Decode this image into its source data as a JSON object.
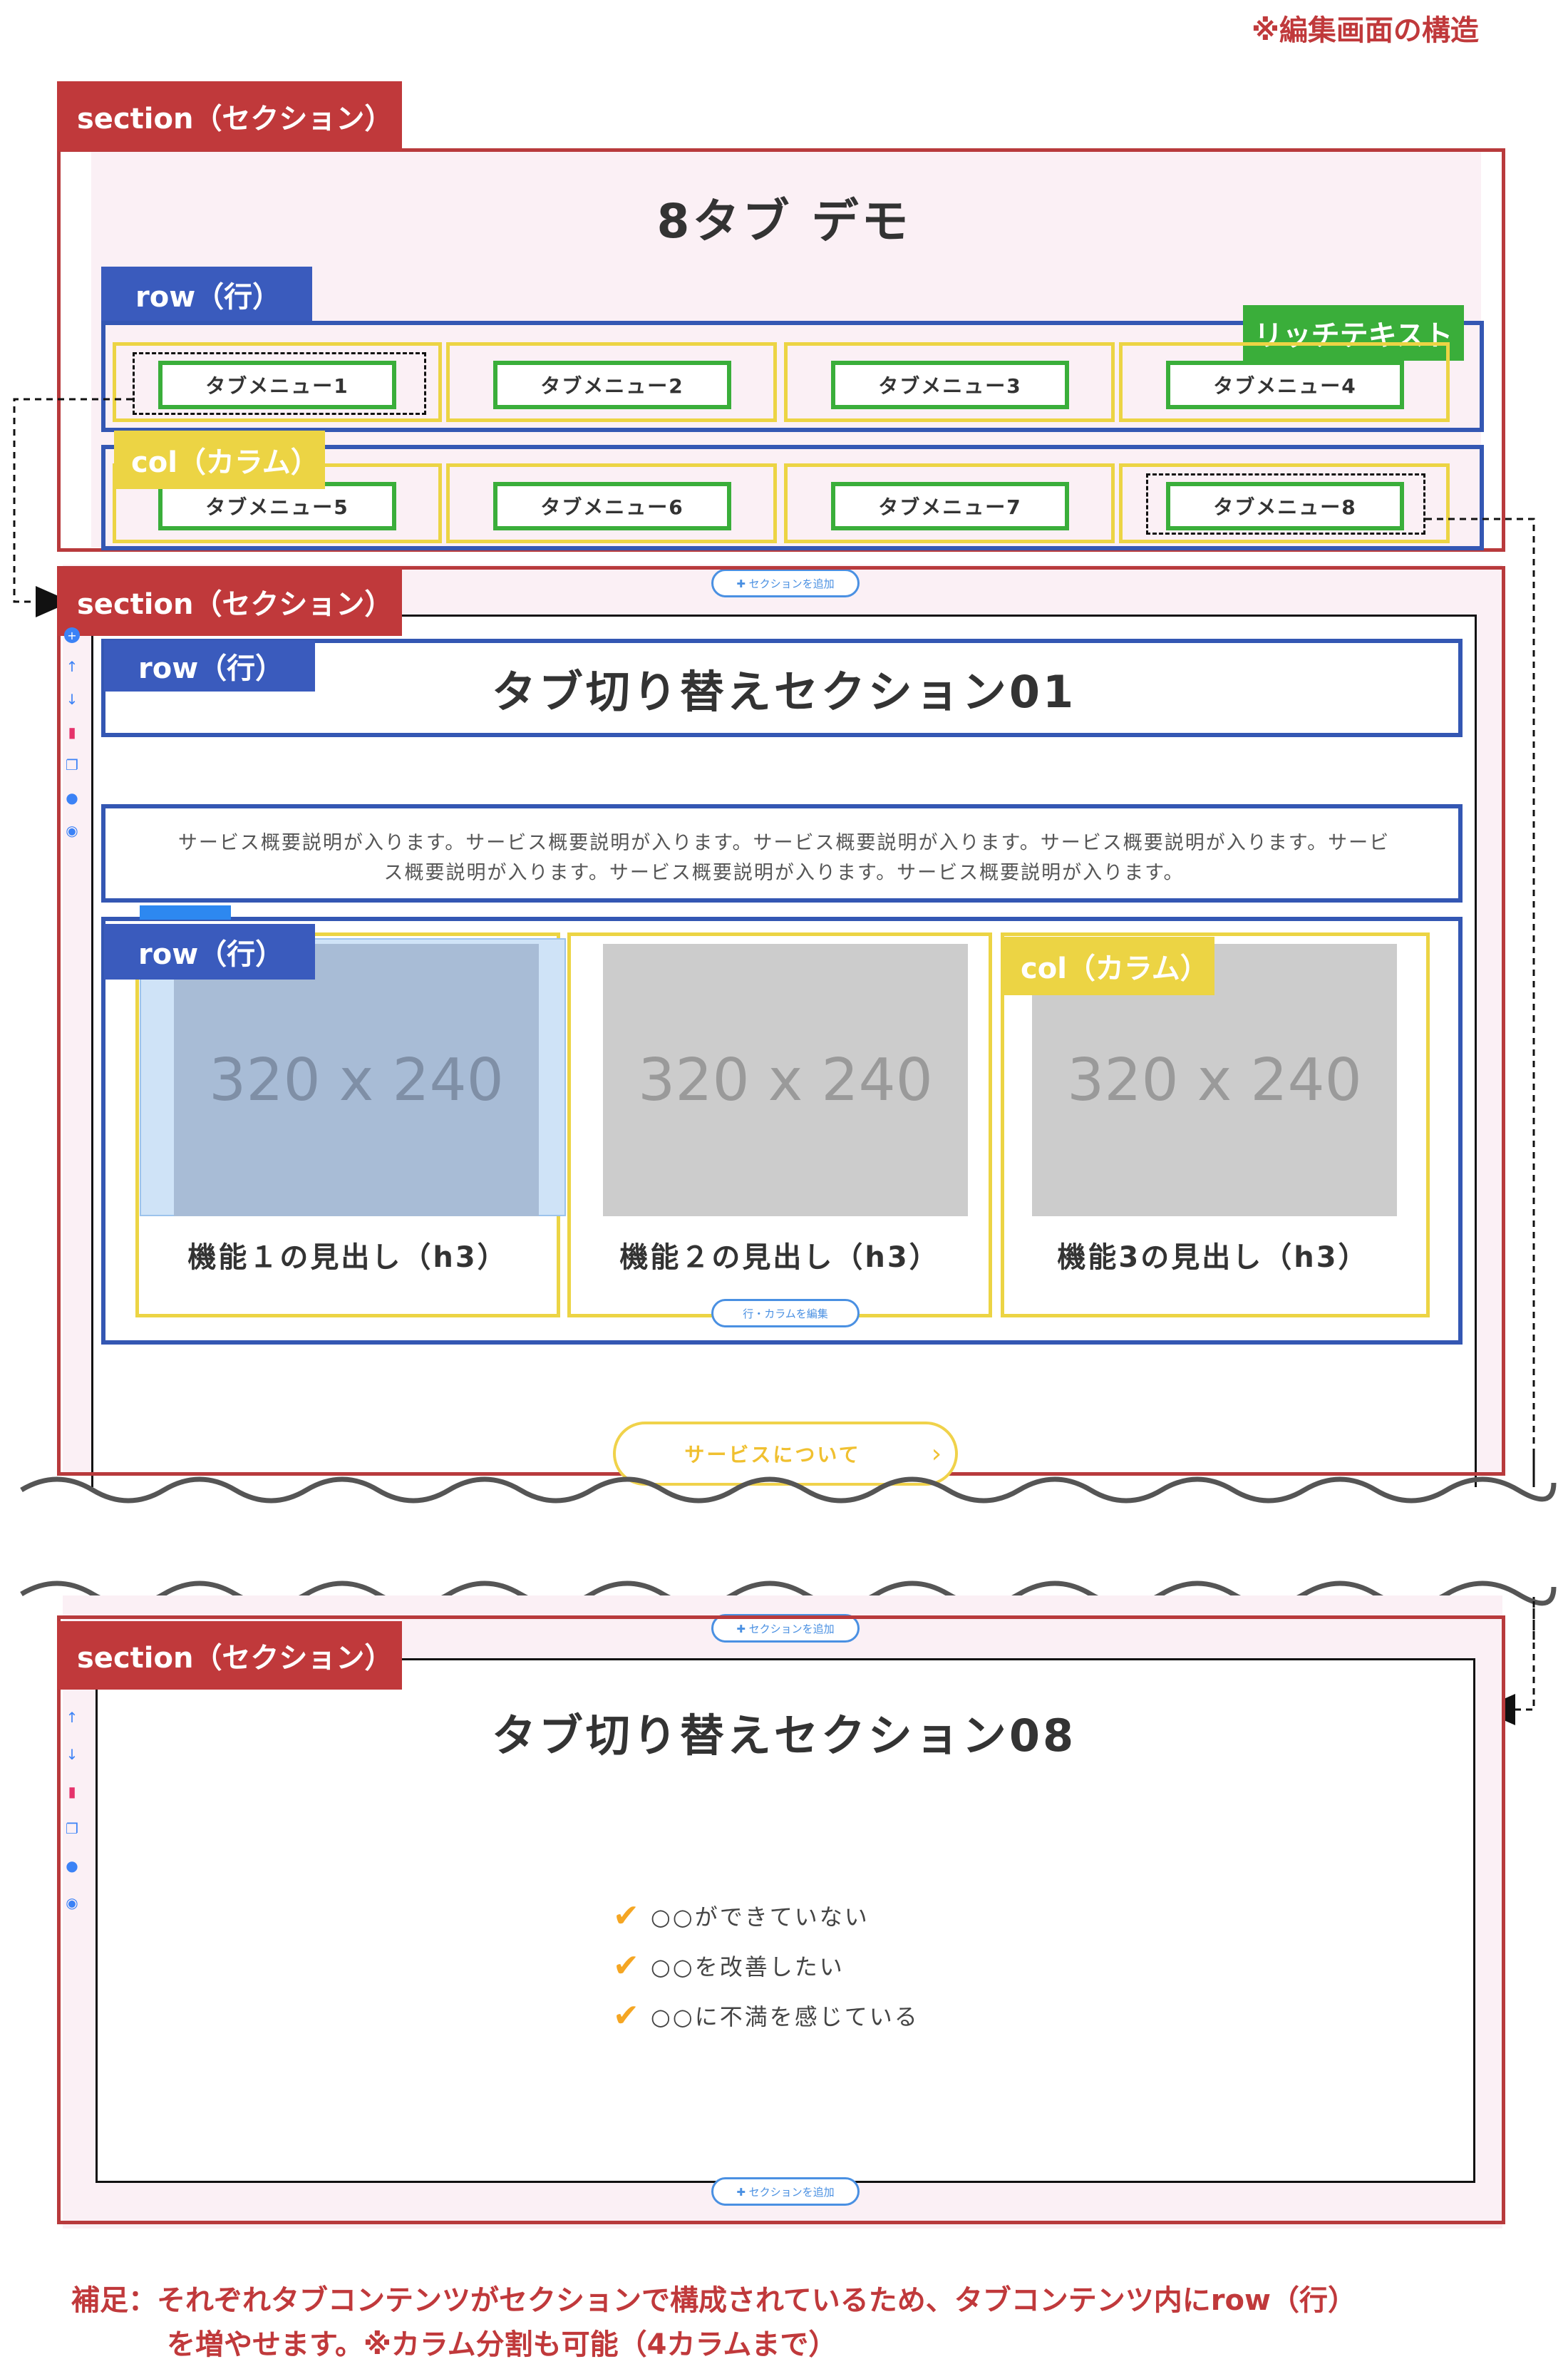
{
  "header_note": "※編集画面の構造",
  "labels": {
    "section": "section（セクション）",
    "row": "row（行）",
    "col": "col（カラム）",
    "richtext": "リッチテキスト"
  },
  "page_title": "8タブ デモ",
  "tab_menus": [
    "タブメニュー1",
    "タブメニュー2",
    "タブメニュー3",
    "タブメニュー4",
    "タブメニュー5",
    "タブメニュー6",
    "タブメニュー7",
    "タブメニュー8"
  ],
  "add_section_label": "✚ セクションを追加",
  "row_col_edit_label": "行・カラムを編集",
  "section01": {
    "heading": "タブ切り替えセクション01",
    "description_line1": "サービス概要説明が入ります。サービス概要説明が入ります。サービス概要説明が入ります。サービス概要説明が入ります。サービ",
    "description_line2": "ス概要説明が入ります。サービス概要説明が入ります。サービス概要説明が入ります。",
    "cards": [
      {
        "image_text": "320 x 240",
        "title": "機能１の見出し（h3）"
      },
      {
        "image_text": "320 x 240",
        "title": "機能２の見出し（h3）"
      },
      {
        "image_text": "320 x 240",
        "title": "機能3の見出し（h3）"
      }
    ],
    "button_label": "サービスについて"
  },
  "section08": {
    "heading": "タブ切り替えセクション08",
    "checklist": [
      "○○ができていない",
      "○○を改善したい",
      "○○に不満を感じている"
    ]
  },
  "toolbar_icons": [
    "plus-icon",
    "arrow-up-icon",
    "arrow-down-icon",
    "trash-icon",
    "copy-icon",
    "palette-icon",
    "eye-icon"
  ],
  "footer_note_line1": "補足：それぞれタブコンテンツがセクションで構成されているため、タブコンテンツ内にrow（行）",
  "footer_note_line2": "を増やせます。※カラム分割も可能（4カラムまで）",
  "colors": {
    "section": "#c0393b",
    "row": "#3a5bbd",
    "col": "#ecd444",
    "richtext": "#3aae3a",
    "check": "#f5a623",
    "add_button": "#4a90e2"
  }
}
